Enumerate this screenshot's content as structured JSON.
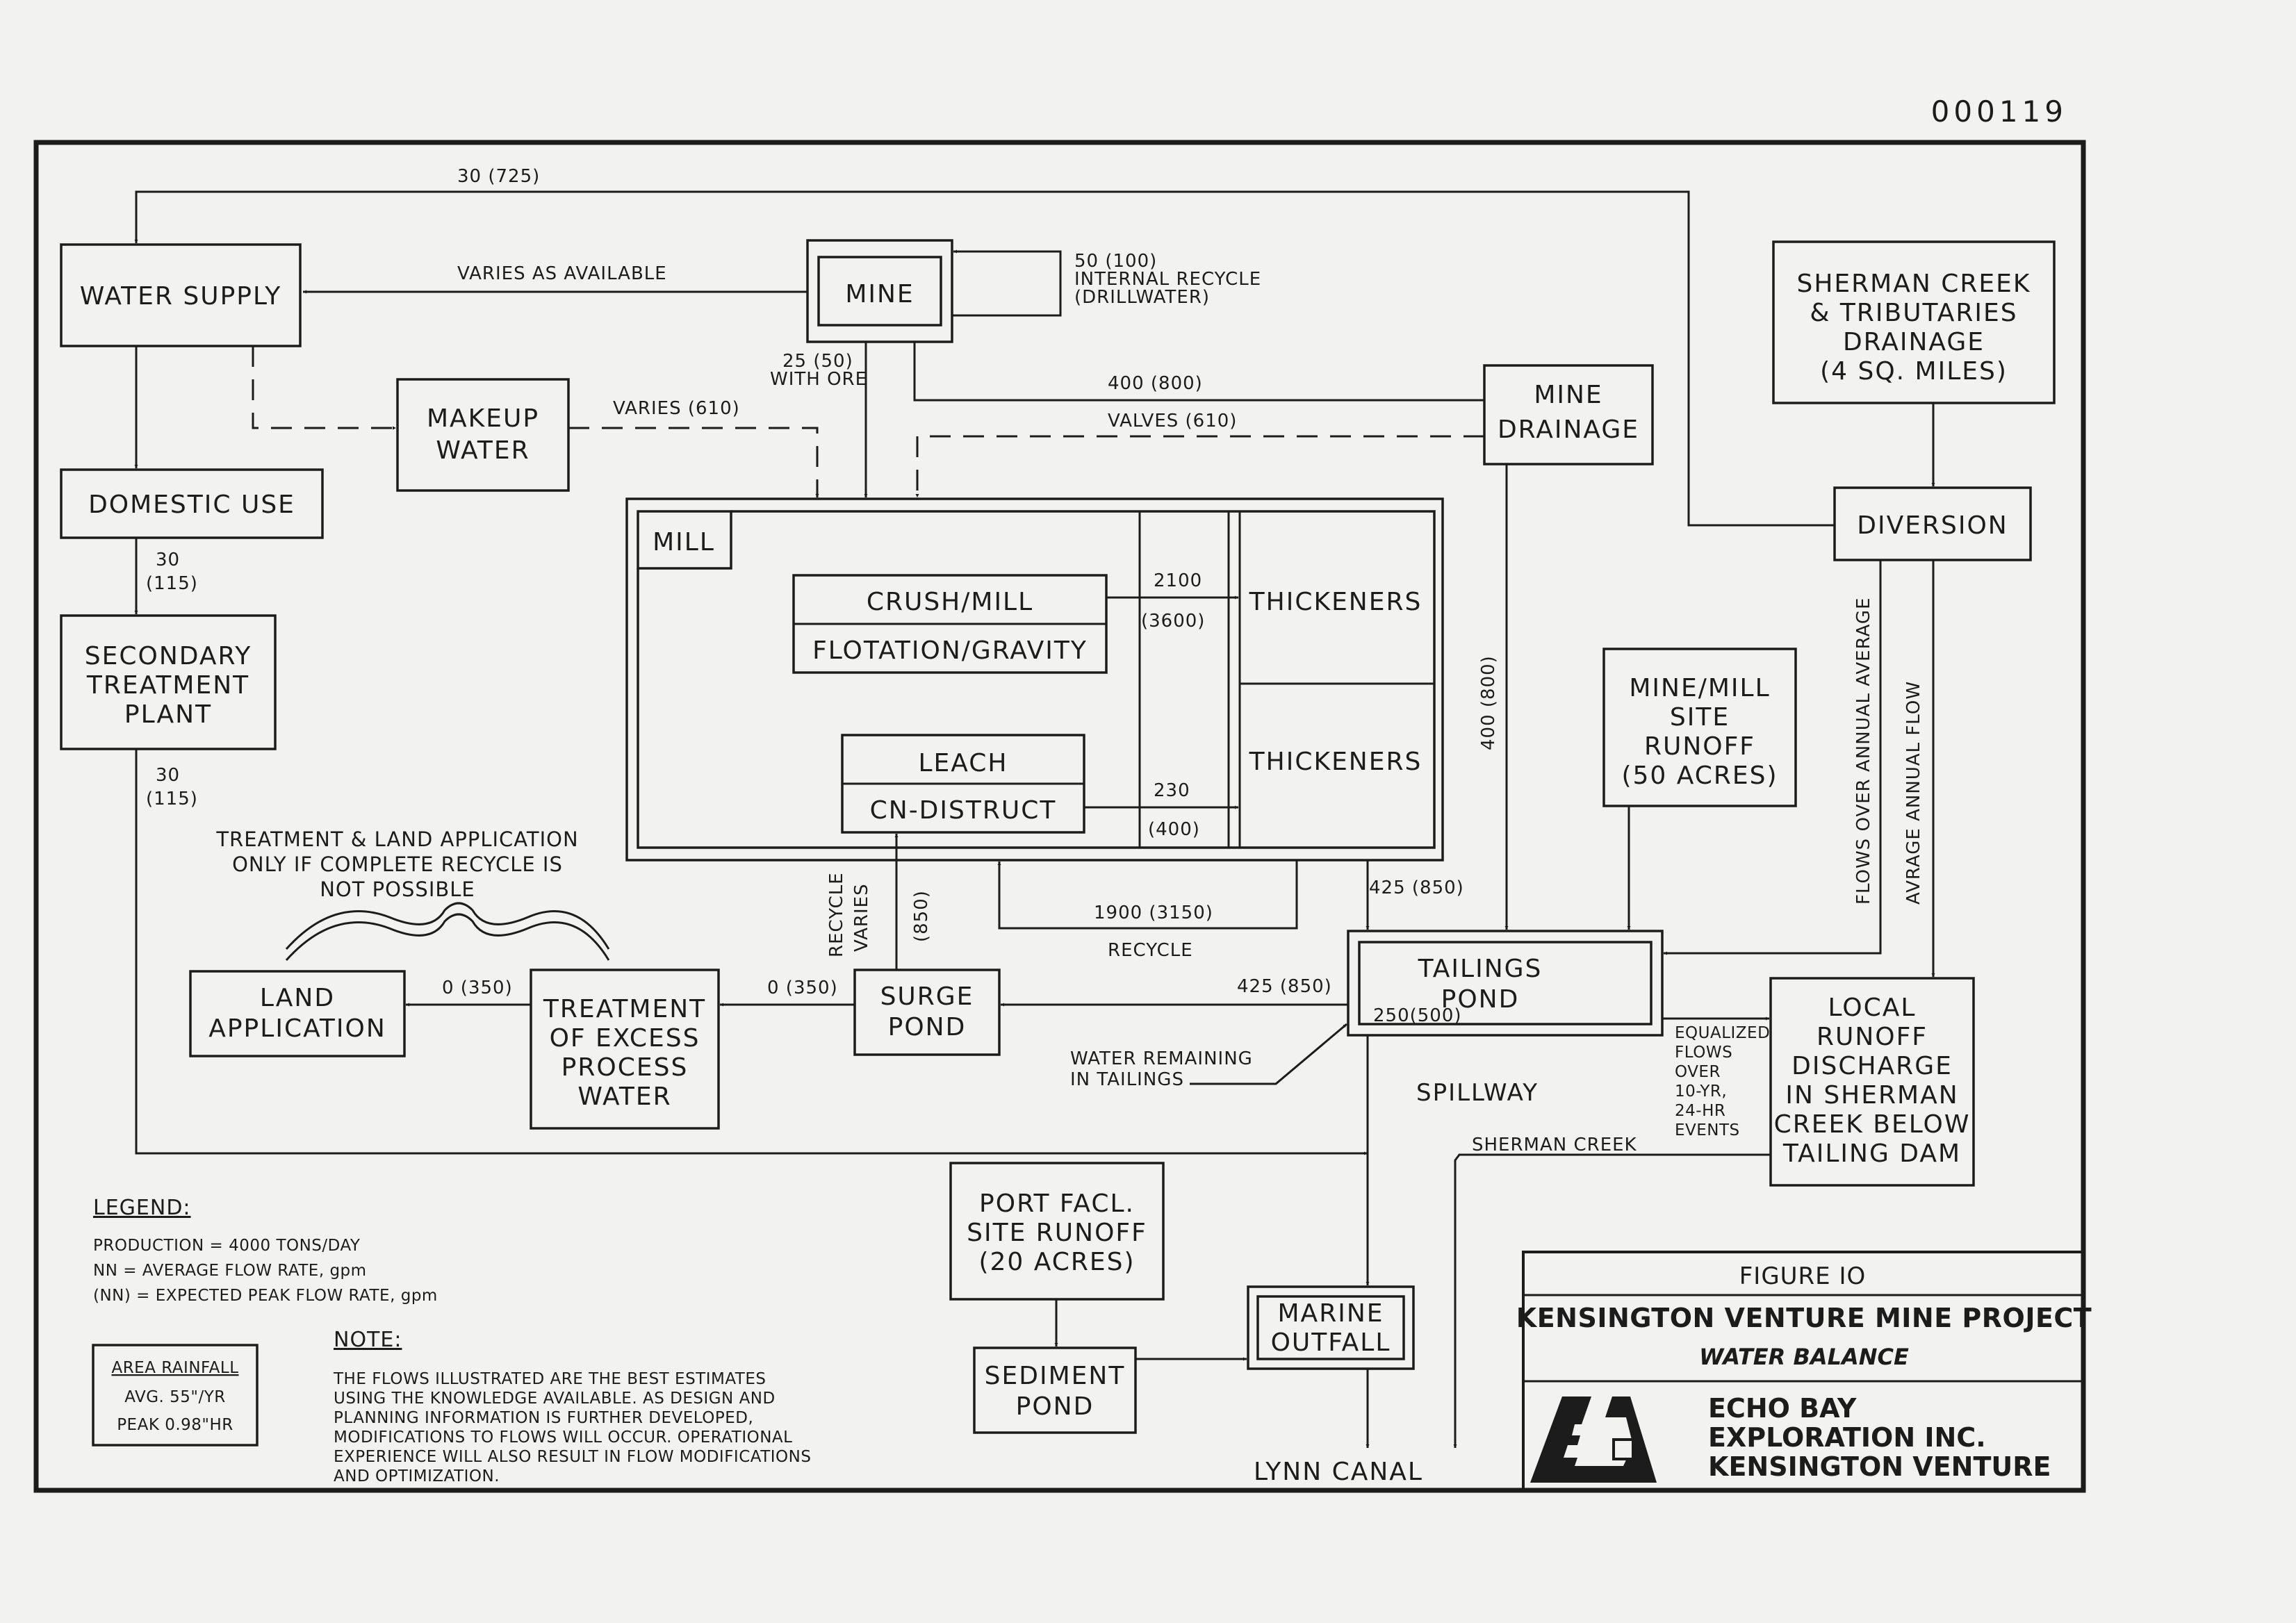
{
  "doc_number": "000119",
  "boxes": {
    "water_supply": "WATER SUPPLY",
    "mine": "MINE",
    "sherman_creek": [
      "SHERMAN CREEK",
      "& TRIBUTARIES",
      "DRAINAGE",
      "(4 SQ. MILES)"
    ],
    "makeup_water": [
      "MAKEUP",
      "WATER"
    ],
    "mine_drainage": [
      "MINE",
      "DRAINAGE"
    ],
    "domestic_use": "DOMESTIC USE",
    "diversion": "DIVERSION",
    "mill": "MILL",
    "crush_mill": "CRUSH/MILL",
    "flotation": "FLOTATION/GRAVITY",
    "thickeners_1": "THICKENERS",
    "thickeners_2": "THICKENERS",
    "leach": "LEACH",
    "cn_distruct": "CN-DISTRUCT",
    "secondary_treatment": [
      "SECONDARY",
      "TREATMENT",
      "PLANT"
    ],
    "site_runoff": [
      "MINE/MILL",
      "SITE",
      "RUNOFF",
      "(50 ACRES)"
    ],
    "land_application": [
      "LAND",
      "APPLICATION"
    ],
    "treatment_excess": [
      "TREATMENT",
      "OF EXCESS",
      "PROCESS",
      "WATER"
    ],
    "surge_pond": [
      "SURGE",
      "POND"
    ],
    "tailings_pond": [
      "TAILINGS",
      "POND"
    ],
    "local_runoff": [
      "LOCAL",
      "RUNOFF",
      "DISCHARGE",
      "IN SHERMAN",
      "CREEK BELOW",
      "TAILING DAM"
    ],
    "port_runoff": [
      "PORT FACL.",
      "SITE RUNOFF",
      "(20 ACRES)"
    ],
    "marine_outfall": [
      "MARINE",
      "OUTFALL"
    ],
    "sediment_pond": [
      "SEDIMENT",
      "POND"
    ]
  },
  "flows": {
    "top": "30 (725)",
    "varies_available": "VARIES AS AVAILABLE",
    "internal_recycle": [
      "50 (100)",
      "INTERNAL RECYCLE",
      "(DRILLWATER)"
    ],
    "with_ore": [
      "25 (50)",
      "WITH ORE"
    ],
    "mine_400": "400 (800)",
    "valves": "VALVES (610)",
    "varies_610": "VARIES (610)",
    "domestic_30": [
      "30",
      "(115)"
    ],
    "secondary_30": [
      "30",
      "(115)"
    ],
    "f2100": [
      "2100",
      "(3600)"
    ],
    "f230": [
      "230",
      "(400)"
    ],
    "vert_400": "400 (800)",
    "recycle_varies": [
      "RECYCLE",
      "VARIES"
    ],
    "f850": "(850)",
    "f1900": "1900 (3150)",
    "recycle": "RECYCLE",
    "f425_mill": "425 (850)",
    "f425_pond": "425 (850)",
    "f0_surge": "0 (350)",
    "f0_treat": "0 (350)",
    "f250": "250(500)",
    "water_remaining": [
      "WATER REMAINING",
      "IN TAILINGS"
    ],
    "equalized": [
      "EQUALIZED",
      "FLOWS",
      "OVER",
      "10-YR,",
      "24-HR",
      "EVENTS"
    ],
    "spillway": "SPILLWAY",
    "sherman_creek_lbl": "SHERMAN CREEK",
    "flows_over_avg": "FLOWS OVER ANNUAL AVERAGE",
    "avg_annual": "AVRAGE ANNUAL FLOW",
    "lynn_canal": "LYNN CANAL"
  },
  "treatment_note": [
    "TREATMENT & LAND APPLICATION",
    "ONLY IF COMPLETE RECYCLE IS",
    "NOT POSSIBLE"
  ],
  "legend": {
    "title": "LEGEND:",
    "lines": [
      "PRODUCTION = 4000 TONS/DAY",
      "NN = AVERAGE FLOW RATE, gpm",
      "(NN)  = EXPECTED PEAK FLOW RATE, gpm"
    ]
  },
  "rainfall": {
    "title": "AREA RAINFALL",
    "avg": "AVG. 55\"/YR",
    "peak": "PEAK 0.98\"HR"
  },
  "note": {
    "title": "NOTE:",
    "lines": [
      "THE FLOWS ILLUSTRATED ARE THE BEST ESTIMATES",
      "USING THE KNOWLEDGE AVAILABLE.  AS DESIGN AND",
      "PLANNING INFORMATION IS FURTHER DEVELOPED,",
      "MODIFICATIONS TO FLOWS WILL OCCUR.  OPERATIONAL",
      "EXPERIENCE WILL ALSO RESULT IN FLOW MODIFICATIONS",
      "AND OPTIMIZATION."
    ]
  },
  "title_block": {
    "figure": "FIGURE IO",
    "project": "KENSINGTON VENTURE MINE PROJECT",
    "subtitle": "WATER BALANCE",
    "company": [
      "ECHO BAY",
      "EXPLORATION INC.",
      "KENSINGTON VENTURE"
    ]
  }
}
